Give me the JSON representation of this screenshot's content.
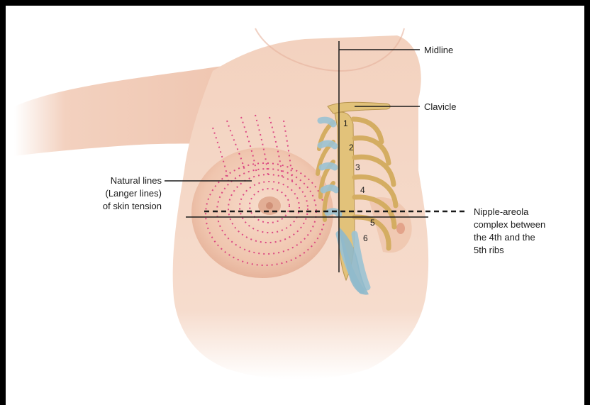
{
  "labels": {
    "midline": "Midline",
    "clavicle": "Clavicle",
    "langer": [
      "Natural lines",
      "(Langer lines)",
      "of skin tension"
    ],
    "nipple": [
      "Nipple-areola",
      "complex between",
      "the 4th and the",
      "5th ribs"
    ]
  },
  "ribs": [
    "1",
    "2",
    "3",
    "4",
    "5",
    "6"
  ],
  "colors": {
    "frame": "#000000",
    "skin": "#f4d3c0",
    "skin_shadow": "#e6b39c",
    "bone": "#e2c27a",
    "cartilage": "#9cc3d3",
    "langer_lines": "#d8327a",
    "leader": "#1a1a1a"
  }
}
